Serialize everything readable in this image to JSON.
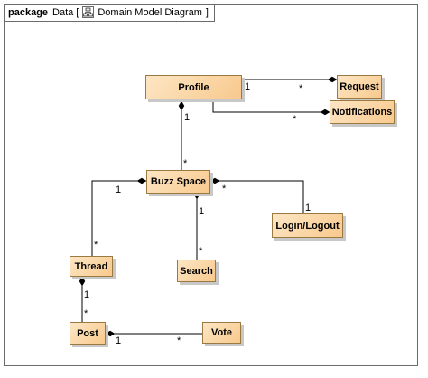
{
  "frame": {
    "keyword": "package",
    "name": "Data",
    "open_bracket": "[",
    "diagram_type": "Domain Model Diagram",
    "close_bracket": "]",
    "icon": "class-diagram-icon"
  },
  "classes": {
    "profile": "Profile",
    "request": "Request",
    "notifications": "Notifications",
    "buzz_space": "Buzz Space",
    "login_logout": "Login/Logout",
    "thread": "Thread",
    "search": "Search",
    "post": "Post",
    "vote": "Vote"
  },
  "multiplicities": {
    "profile_request_src": "1",
    "profile_request_dst": "*",
    "profile_notifications_dst": "*",
    "profile_buzz_src": "1",
    "profile_buzz_dst": "*",
    "buzz_thread_src": "1",
    "buzz_thread_dst": "*",
    "buzz_search_src": "1",
    "buzz_search_dst": "*",
    "buzz_login_src": "*",
    "buzz_login_dst": "1",
    "thread_post_src": "1",
    "thread_post_dst": "*",
    "post_vote_src": "1",
    "post_vote_dst": "*"
  },
  "colors": {
    "class_fill_light": "#fde6c4",
    "class_fill_dark": "#f8c98d",
    "class_border": "#9a7a40",
    "line": "#000000"
  }
}
